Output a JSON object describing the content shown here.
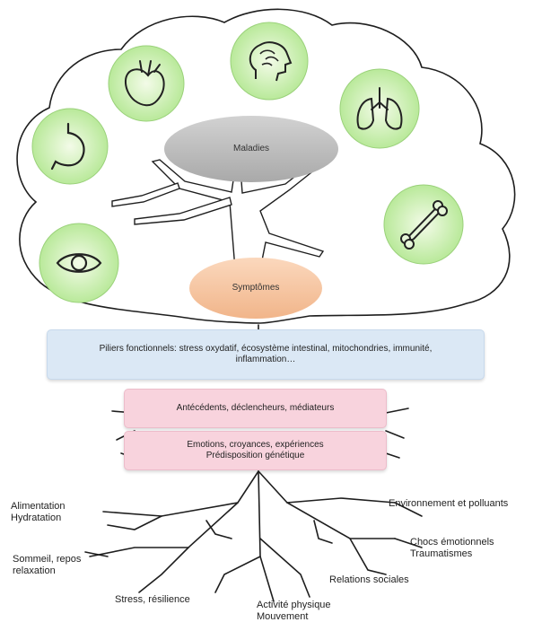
{
  "nodes": {
    "maladies": "Maladies",
    "symptomes": "Symptômes"
  },
  "boxes": {
    "piliers_line1": "Piliers fonctionnels: stress oxydatif, écosystème intestinal, mitochondries, immunité,",
    "piliers_line2": "inflammation…",
    "antecedents": "Antécédents, déclencheurs, médiateurs",
    "emotions_line1": "Emotions, croyances, expériences",
    "emotions_line2": "Prédisposition génétique"
  },
  "roots": {
    "alimentation_line1": "Alimentation",
    "alimentation_line2": "Hydratation",
    "sommeil_line1": "Sommeil, repos",
    "sommeil_line2": "relaxation",
    "stress": "Stress, résilience",
    "activite_line1": "Activité physique",
    "activite_line2": "Mouvement",
    "relations": "Relations sociales",
    "chocs_line1": "Chocs émotionnels",
    "chocs_line2": "Traumatismes",
    "environnement": "Environnement et polluants"
  },
  "icons": [
    "heart-icon",
    "brain-icon",
    "lungs-icon",
    "stomach-icon",
    "bone-icon",
    "eye-icon"
  ],
  "colors": {
    "icon_fill": "#c9efb0",
    "maladies": "#bdbdbd",
    "symptomes": "#f6c6a2",
    "piliers": "#dbe8f5",
    "root_boxes": "#f8d3dd"
  }
}
